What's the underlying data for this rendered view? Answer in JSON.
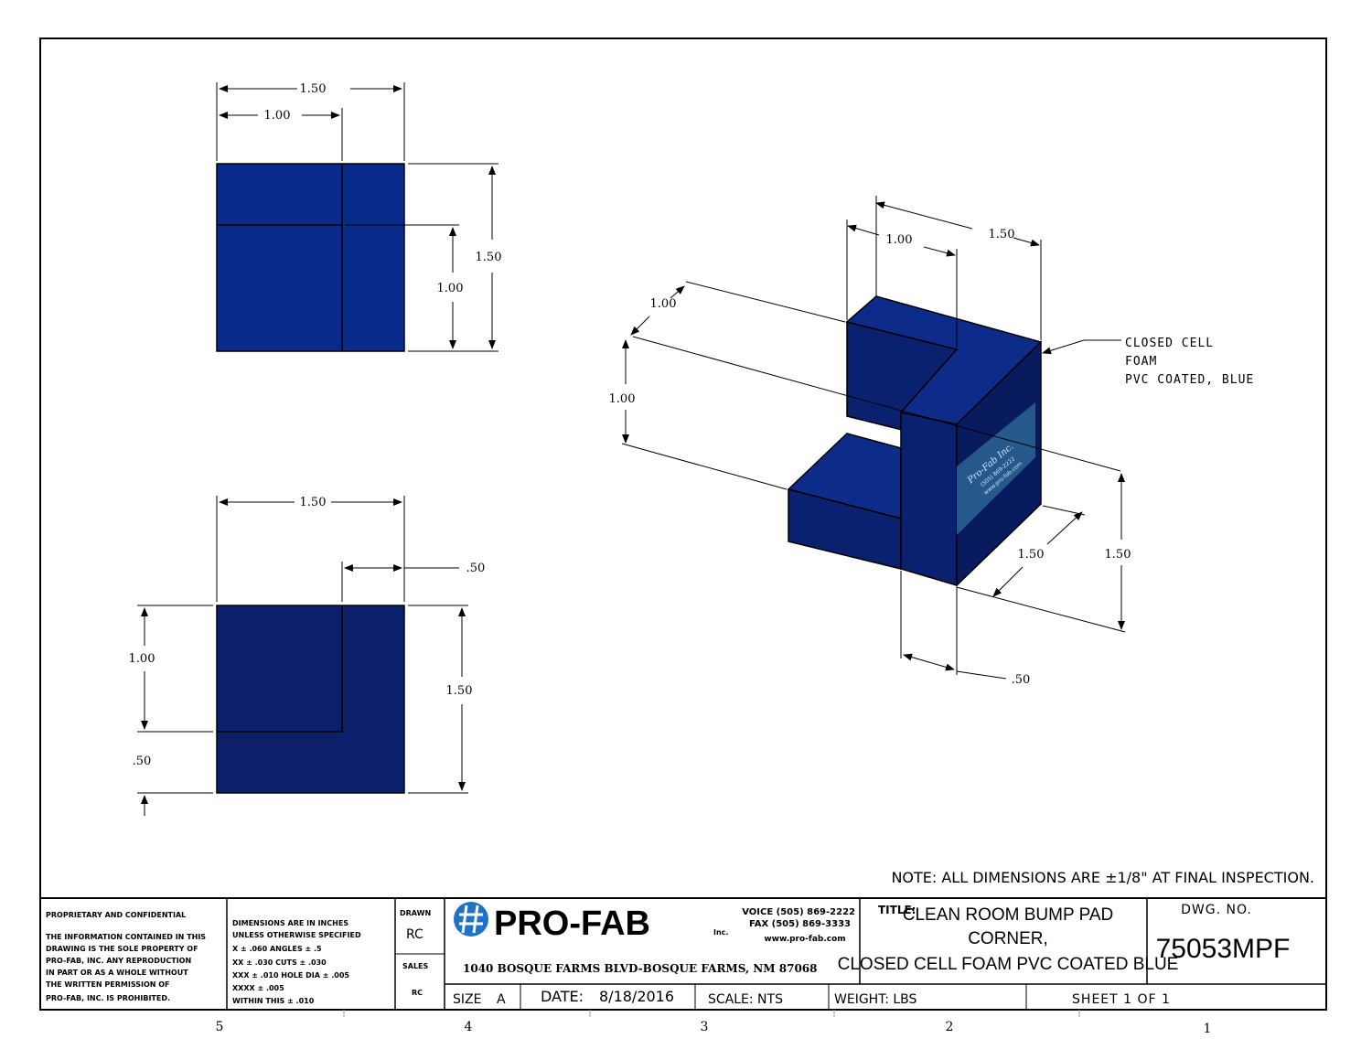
{
  "colors": {
    "face_top_view": "#0a2a8c",
    "face_front_view": "#0c1f6a",
    "iso_top": "#0d2c8a",
    "iso_left": "#0a2170",
    "iso_right": "#081b5e",
    "line": "#000000"
  },
  "top_view": {
    "dim_width_overall": "1.50",
    "dim_width_inner": "1.00",
    "dim_height_overall": "1.50",
    "dim_height_inner": "1.00"
  },
  "front_view": {
    "dim_width_overall": "1.50",
    "dim_width_step": ".50",
    "dim_height_left": "1.00",
    "dim_height_bottom": ".50",
    "dim_height_overall": "1.50"
  },
  "iso_view": {
    "dim_top_inner": "1.00",
    "dim_top_overall": "1.50",
    "dim_left_depth": "1.00",
    "dim_left_height": "1.00",
    "dim_right_depth": "1.50",
    "dim_right_height": "1.50",
    "dim_bottom_step": ".50",
    "label_lines": [
      "Pro-Fab Inc.",
      "(505) 869-2222",
      "www.pro-fab.com"
    ],
    "callout_lines": [
      "CLOSED CELL",
      "FOAM",
      "PVC COATED, BLUE"
    ]
  },
  "note": "NOTE: ALL DIMENSIONS ARE ±1/8\" AT FINAL INSPECTION.",
  "title_block": {
    "proprietary_heading": "PROPRIETARY AND CONFIDENTIAL",
    "proprietary_lines": [
      "THE INFORMATION CONTAINED IN THIS",
      "DRAWING IS THE SOLE PROPERTY OF",
      "PRO-FAB, INC. ANY REPRODUCTION",
      "IN PART OR AS A WHOLE WITHOUT",
      "THE WRITTEN PERMISSION OF",
      "PRO-FAB, INC. IS PROHIBITED."
    ],
    "tolerance_lines": [
      "DIMENSIONS ARE IN INCHES",
      "UNLESS OTHERWISE SPECIFIED",
      "X ± .060      ANGLES ± .5",
      "XX ± .030     CUTS ± .030",
      "XXX ± .010    HOLE DIA ± .005",
      "XXXX ± .005",
      "WITHIN THIS ± .010"
    ],
    "drawn_label": "DRAWN",
    "drawn_value": "RC",
    "sales_label": "SALES",
    "sales_value": "RC",
    "logo_text": "PRO-FAB",
    "logo_suffix": "Inc.",
    "voice": "VOICE (505) 869-2222",
    "fax": "FAX (505) 869-3333",
    "web": "www.pro-fab.com",
    "address": "1040 BOSQUE FARMS BLVD-BOSQUE FARMS, NM 87068",
    "title_label": "TITLE:",
    "title_line1": "CLEAN ROOM BUMP PAD",
    "title_line2": "CORNER,",
    "title_line3": "CLOSED CELL FOAM PVC COATED BLUE",
    "dwg_no_label": "DWG.  NO.",
    "dwg_no": "75053MPF",
    "size_label": "SIZE",
    "size_value": "A",
    "date_label": "DATE:",
    "date_value": "8/18/2016",
    "scale": "SCALE: NTS",
    "weight": "WEIGHT: LBS",
    "sheet": "SHEET 1 OF 1"
  },
  "zones": [
    "5",
    "4",
    "3",
    "2",
    "1"
  ]
}
